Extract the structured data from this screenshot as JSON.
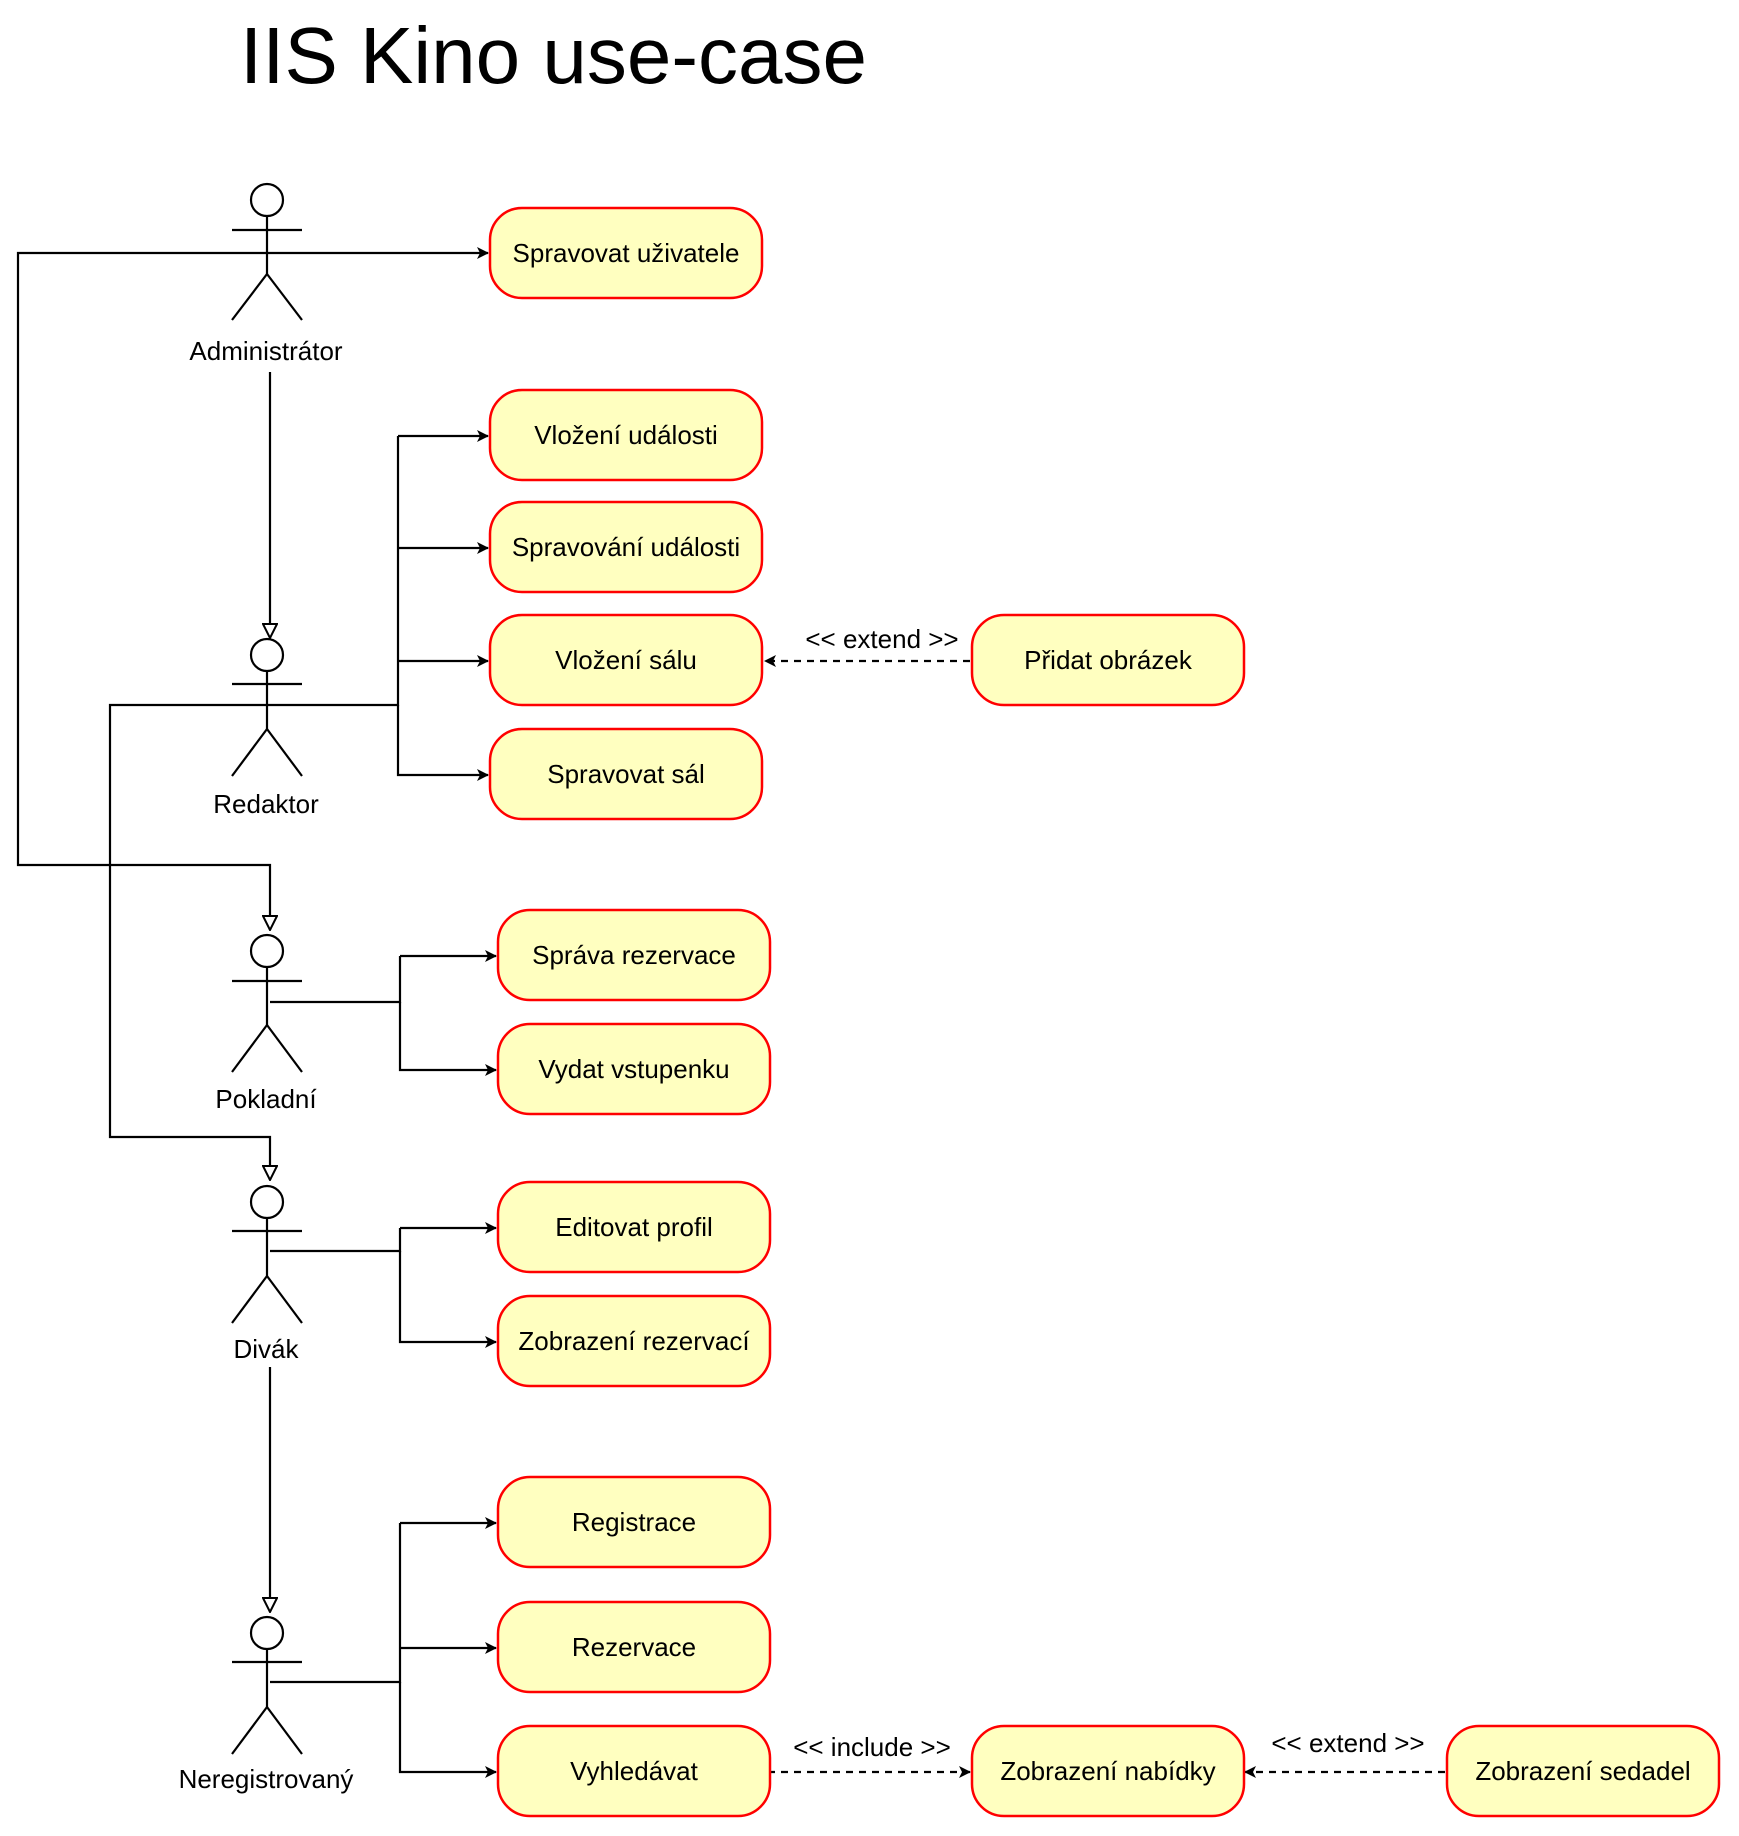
{
  "title": "IIS Kino use-case",
  "actors": {
    "admin": "Administrátor",
    "redaktor": "Redaktor",
    "pokladni": "Pokladní",
    "divak": "Divák",
    "neregistrovany": "Neregistrovaný"
  },
  "use_cases": {
    "spravovat_uzivatele": "Spravovat uživatele",
    "vlozeni_udalosti": "Vložení události",
    "spravovani_udalosti": "Spravování události",
    "vlozeni_salu": "Vložení sálu",
    "pridat_obrazek": "Přidat obrázek",
    "spravovat_sal": "Spravovat sál",
    "sprava_rezervace": "Správa rezervace",
    "vydat_vstupenku": "Vydat vstupenku",
    "editovat_profil": "Editovat profil",
    "zobrazeni_rezervaci": "Zobrazení rezervací",
    "registrace": "Registrace",
    "rezervace": "Rezervace",
    "vyhledavat": "Vyhledávat",
    "zobrazeni_nabidky": "Zobrazení nabídky",
    "zobrazeni_sedadel": "Zobrazení sedadel"
  },
  "relations": {
    "extend": "<< extend >>",
    "include": "<< include >>"
  },
  "colors": {
    "use_case_fill": "#ffffc0",
    "use_case_stroke": "#ff0000",
    "line": "#000000"
  }
}
